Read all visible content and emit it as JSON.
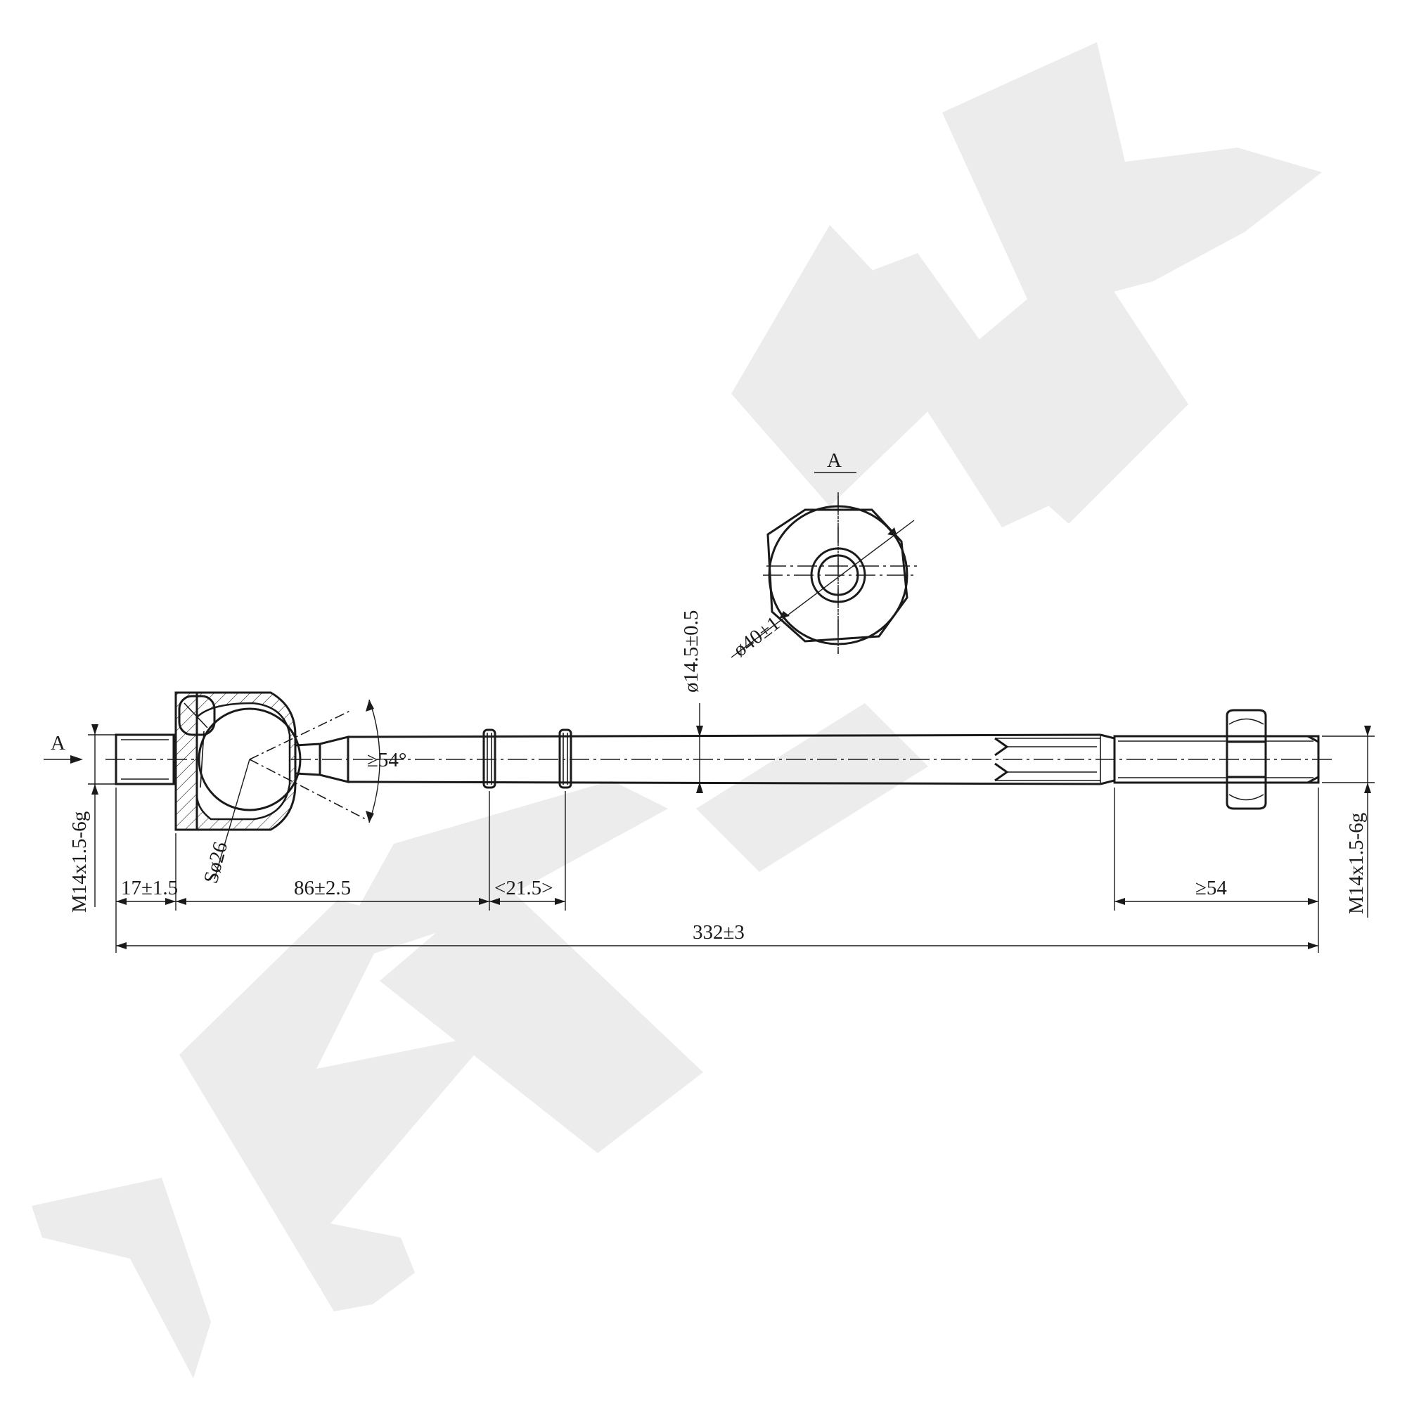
{
  "view_label": "A",
  "section_label": "A",
  "dimensions": {
    "nut_diameter": "ø40±1",
    "rod_diameter": "ø14.5±0.5",
    "angle": "≥54°",
    "sphere": "Sø26",
    "left_thread": "M14x1.5-6g",
    "right_thread": "M14x1.5-6g",
    "left_stud_length": "17±1.5",
    "ball_to_groove": "86±2.5",
    "groove_spacing": "<21.5>",
    "thread_length": "≥54",
    "overall_length": "332±3"
  },
  "colors": {
    "line": "#1a1a1a",
    "watermark": "#ececec",
    "background": "#ffffff"
  }
}
